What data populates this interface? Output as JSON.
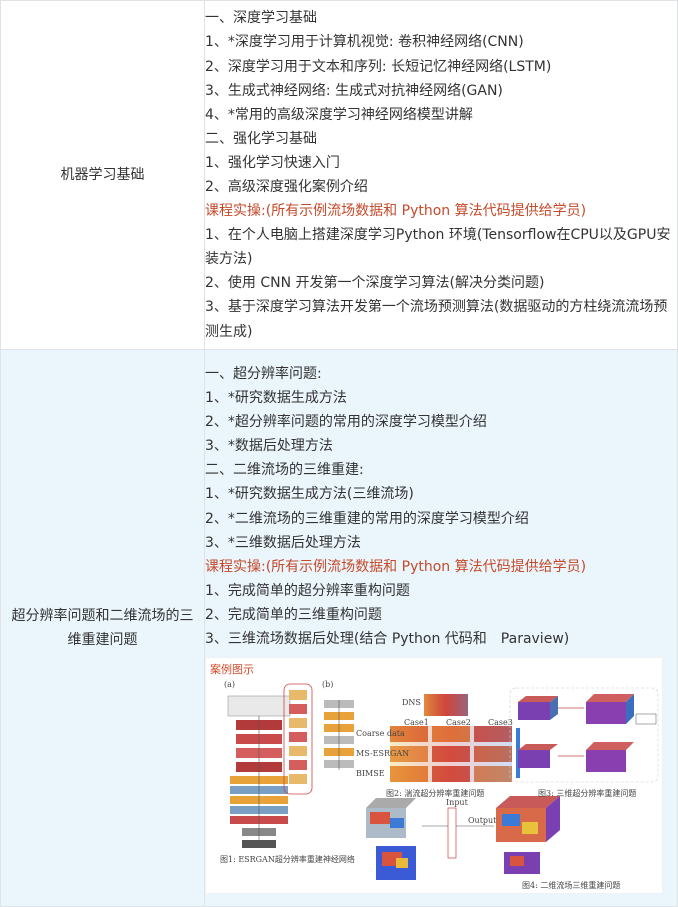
{
  "rows": [
    {
      "label": "机器学习基础",
      "lines": [
        {
          "text": "一、深度学习基础"
        },
        {
          "text": "1、*深度学习用于计算机视觉: 卷积神经网络(CNN)"
        },
        {
          "text": "2、深度学习用于文本和序列: 长短记忆神经网络(LSTM)"
        },
        {
          "text": "3、生成式神经网络: 生成式对抗神经网络(GAN)"
        },
        {
          "text": "4、*常用的高级深度学习神经网络模型讲解"
        },
        {
          "text": "二、强化学习基础"
        },
        {
          "text": "1、强化学习快速入门"
        },
        {
          "text": "2、高级深度强化案例介绍"
        },
        {
          "text": "课程实操:(所有示例流场数据和 Python 算法代码提供给学员)",
          "highlight": true
        },
        {
          "text": "1、在个人电脑上搭建深度学习Python 环境(Tensorflow在CPU以及GPU安装方法)",
          "wrap": true
        },
        {
          "text": "2、使用 CNN 开发第一个深度学习算法(解决分类问题)"
        },
        {
          "text": "3、基于深度学习算法开发第一个流场预测算法(数据驱动的方柱绕流流场预测生成)",
          "wrap": true
        }
      ]
    },
    {
      "label": "超分辨率问题和二维流场的三维重建问题",
      "lines": [
        {
          "text": "一、超分辨率问题:"
        },
        {
          "text": "1、*研究数据生成方法"
        },
        {
          "text": "2、*超分辨率问题的常用的深度学习模型介绍"
        },
        {
          "text": "3、*数据后处理方法"
        },
        {
          "text": "二、二维流场的三维重建:"
        },
        {
          "text": "1、*研究数据生成方法(三维流场)"
        },
        {
          "text": "2、*二维流场的三维重建的常用的深度学习模型介绍"
        },
        {
          "text": "3、*三维数据后处理方法"
        },
        {
          "text": "课程实操:(所有示例流场数据和 Python 算法代码提供给学员)",
          "highlight": true
        },
        {
          "text": "1、完成简单的超分辨率重构问题"
        },
        {
          "text": "2、完成简单的三维重构问题"
        },
        {
          "text": "3、三维流场数据后处理(结合 Python 代码和　Paraview)"
        }
      ],
      "figure": {
        "title": "案例图示",
        "captions": {
          "fig1": "图1: ESRGAN超分辨率重建神经网络",
          "fig2": "图2: 湍流超分辨率重建问题",
          "fig3": "图3: 三维超分辨率重建问题",
          "fig4": "图4: 二维流场三维重建问题",
          "panel_a": "(a)",
          "panel_b": "(b)",
          "input": "Input",
          "output": "Output",
          "dns": "DNS",
          "coarse": "Coarse data",
          "msesrgan": "MS-ESRGAN",
          "bicubic": "BIMSE",
          "case1": "Case1",
          "case2": "Case2",
          "case3": "Case3"
        }
      }
    }
  ],
  "colors": {
    "highlight": "#c44a2a",
    "row2_bg": "#eaf5fc",
    "border": "#dfe3e8"
  }
}
